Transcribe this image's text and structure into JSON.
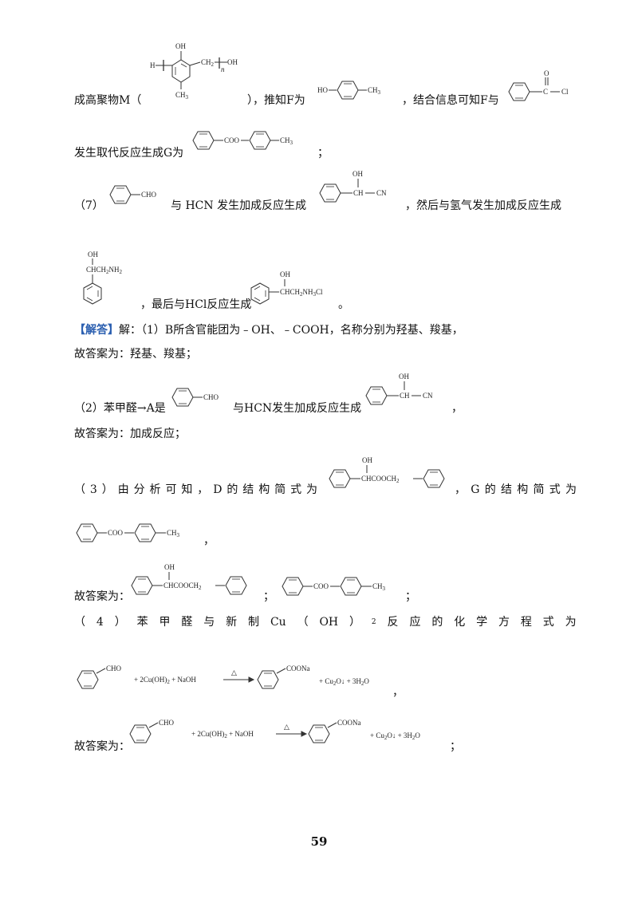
{
  "lines": {
    "l1_a": "成高聚物M（",
    "l1_b": "），推知F为",
    "l1_c": "，结合信息可知F与",
    "l2_a": "发生取代反应生成G为",
    "l2_b": "；",
    "l3_a": "（7）",
    "l3_b": "与 HCN 发生加成反应生成",
    "l3_c": "，然后与氢气发生加成反应生成",
    "l4_a": "，最后与HCl反应生成",
    "l4_b": "。",
    "ans_tag": "【解答】",
    "ans_1": "解：（1）B所含官能团为﹣OH、﹣COOH，名称分别为羟基、羧基，",
    "ans_1b": "故答案为：羟基、羧基；",
    "ans_2a": "（2）苯甲醛→A是",
    "ans_2b": "与HCN发生加成反应生成",
    "ans_2c": "，",
    "ans_2d": "故答案为：加成反应；",
    "ans_3_chars": [
      "（",
      "3",
      "）",
      "由",
      "分",
      "析",
      "可",
      "知",
      "，",
      "D",
      "的",
      "结",
      "构",
      "简",
      "式",
      "为"
    ],
    "ans_3_chars2": [
      "，",
      "G",
      "的",
      "结",
      "构",
      "简",
      "式",
      "为"
    ],
    "ans_3b": "，",
    "ans_3c": "故答案为：",
    "ans_3d": "；",
    "ans_3e": "；",
    "ans_4_chars": [
      "（",
      "4",
      "）",
      "苯",
      "甲",
      "醛",
      "与",
      "新",
      "制",
      "Cu",
      "（",
      "OH",
      "）",
      "2",
      "反",
      "应",
      "的",
      "化",
      "学",
      "方",
      "程",
      "式",
      "为"
    ],
    "ans_4b": "，",
    "ans_4c": "故答案为：",
    "ans_4d": "；"
  },
  "mol_labels": {
    "oh": "OH",
    "h": "H",
    "ch2": "CH",
    "ch3": "CH",
    "n": "n",
    "ho": "HO",
    "cho": "CHO",
    "c_cl": "C",
    "cl": "Cl",
    "o": "O",
    "coo": "COO",
    "ch": "CH",
    "cn": "CN",
    "chch2nh2": "CHCH",
    "nh2": "NH",
    "chch2nh3cl": "CHCH",
    "nh3cl": "NH",
    "chcooch2": "CHCOOCH",
    "reagents": "+ 2Cu(OH)",
    "naoh": "+ NaOH",
    "coona": "COONa",
    "cu2o": "+ Cu",
    "h2o": "+ 3H",
    "two": "2",
    "three": "3",
    "delta": "△"
  },
  "page_number": "59"
}
